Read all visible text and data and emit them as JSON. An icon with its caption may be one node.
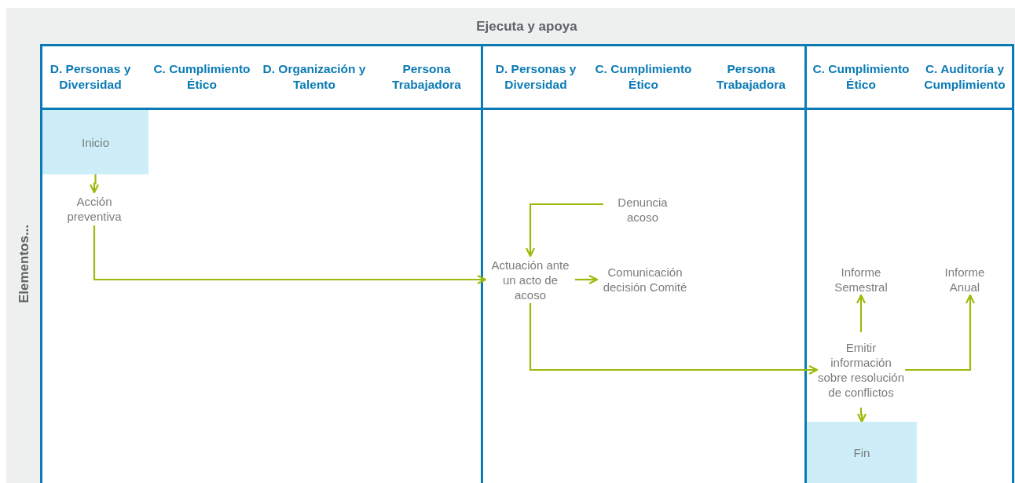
{
  "diagram": {
    "nodes": [
      {
        "text": [
          "Inicio"
        ]
      },
      {
        "text": [
          "Acción preventiva"
        ]
      },
      {
        "text": [
          "Denuncia acoso"
        ]
      },
      {
        "text": [
          "Actuación ante un acto de acoso"
        ]
      },
      {
        "text": [
          "Comunicación decisión Comité"
        ]
      },
      {
        "text": [
          "Informe Semestral"
        ]
      },
      {
        "text": [
          "Informe Anual"
        ]
      },
      {
        "text": [
          "Emitir información sobre resolución de conflictos"
        ]
      },
      {
        "text": [
          "Fin"
        ]
      }
    ],
    "edges": [
      {
        "from": 0,
        "to": 1,
        "arrow": "to"
      },
      {
        "from": 1,
        "to": 3,
        "arrow": "to"
      },
      {
        "from": 2,
        "to": 3,
        "arrow": "to"
      },
      {
        "from": 3,
        "to": 4,
        "arrow": "to"
      },
      {
        "from": 3,
        "to": 7,
        "arrow": "to"
      },
      {
        "from": 7,
        "to": 5,
        "arrow": "to"
      },
      {
        "from": 7,
        "to": 6,
        "arrow": "to"
      },
      {
        "from": 7,
        "to": 8,
        "arrow": "to"
      }
    ],
    "labels": [
      "Ejecuta y apoya",
      "D. Personas y Diversidad",
      "C. Cumplimiento Ético",
      "D. Organización y Talento",
      "Persona Trabajadora",
      "D. Personas y Diversidad",
      "C. Cumplimiento Ético",
      "Persona Trabajadora",
      "C. Cumplimiento Ético",
      "C. Auditoría y Cumplimiento",
      "Elementos..."
    ]
  }
}
